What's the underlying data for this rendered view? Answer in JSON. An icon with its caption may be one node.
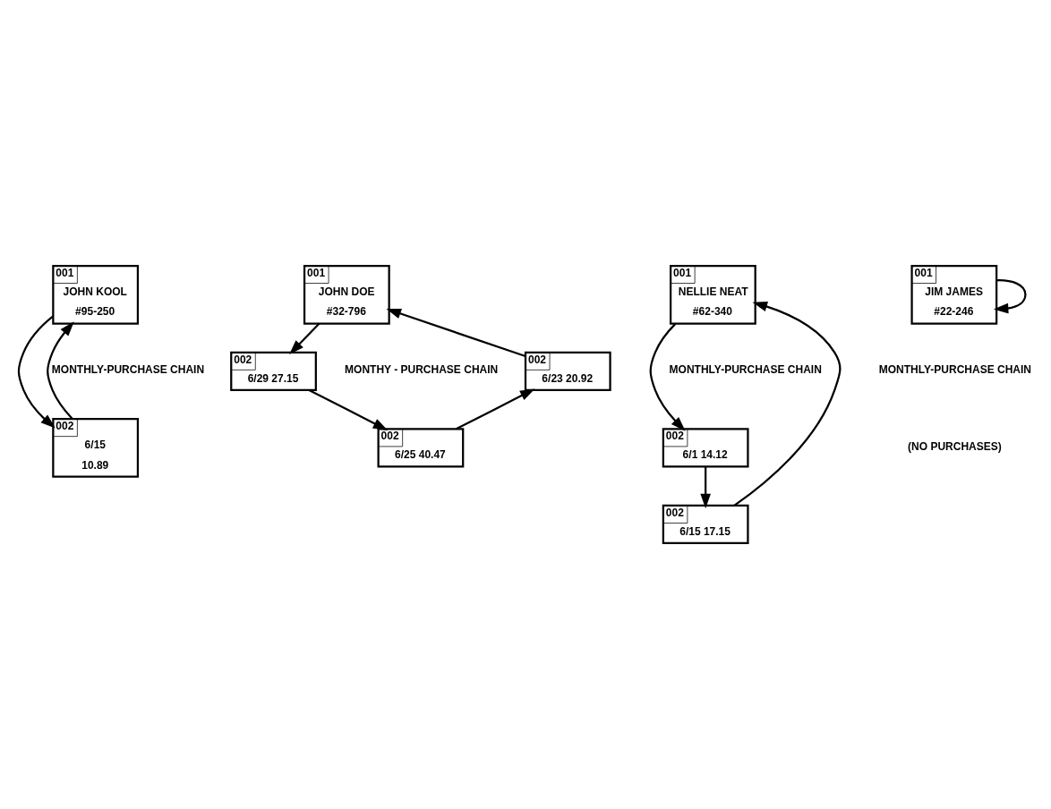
{
  "diagram": {
    "nodes": [
      {
        "text": [
          "001",
          "JOHN KOOL",
          "#95-250"
        ]
      },
      {
        "text": [
          "002",
          "6/15",
          "10.89"
        ]
      },
      {
        "text": [
          "001",
          "JOHN DOE",
          "#32-796"
        ]
      },
      {
        "text": [
          "002",
          "6/29 27.15"
        ]
      },
      {
        "text": [
          "002",
          "6/25 40.47"
        ]
      },
      {
        "text": [
          "002",
          "6/23 20.92"
        ]
      },
      {
        "text": [
          "001",
          "NELLIE NEAT",
          "#62-340"
        ]
      },
      {
        "text": [
          "002",
          "6/1 14.12"
        ]
      },
      {
        "text": [
          "002",
          "6/15 17.15"
        ]
      },
      {
        "text": [
          "001",
          "JIM JAMES",
          "#22-246"
        ]
      }
    ],
    "edges": [
      {
        "from": 0,
        "to": 1,
        "arrow": "to"
      },
      {
        "from": 1,
        "to": 0,
        "arrow": "to"
      },
      {
        "from": 2,
        "to": 3,
        "arrow": "to"
      },
      {
        "from": 3,
        "to": 4,
        "arrow": "to"
      },
      {
        "from": 4,
        "to": 5,
        "arrow": "to"
      },
      {
        "from": 5,
        "to": 2,
        "arrow": "to"
      },
      {
        "from": 6,
        "to": 7,
        "arrow": "to"
      },
      {
        "from": 7,
        "to": 8,
        "arrow": "to"
      },
      {
        "from": 8,
        "to": 6,
        "arrow": "to"
      },
      {
        "from": 9,
        "to": 9,
        "arrow": "to"
      }
    ],
    "labels": [
      "MONTHLY-PURCHASE CHAIN",
      "MONTHY - PURCHASE CHAIN",
      "MONTHLY-PURCHASE CHAIN",
      "MONTHLY-PURCHASE CHAIN",
      "(NO PURCHASES)"
    ]
  }
}
